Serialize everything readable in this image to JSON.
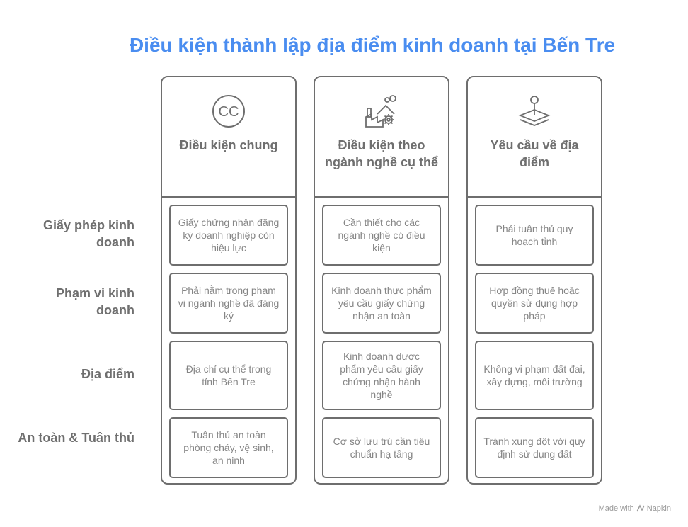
{
  "title": "Điều kiện thành lập địa điểm kinh doanh tại Bến Tre",
  "columns": [
    {
      "icon": "cc-circle-icon",
      "title": "Điều kiện chung",
      "cells": [
        "Giấy chứng nhận đăng ký doanh nghiệp còn hiệu lực",
        "Phải nằm trong phạm vi ngành nghề đã đăng ký",
        "Địa chỉ cụ thể trong tỉnh Bến Tre",
        "Tuân thủ an toàn phòng cháy, vệ sinh, an ninh"
      ]
    },
    {
      "icon": "factory-gear-icon",
      "title": "Điều kiện theo ngành nghề cụ thể",
      "cells": [
        "Cần thiết cho các ngành nghề có điều kiện",
        "Kinh doanh thực phẩm yêu cầu giấy chứng nhận an toàn",
        "Kinh doanh dược phẩm yêu cầu giấy chứng nhận hành nghề",
        "Cơ sở lưu trú cần tiêu chuẩn hạ tầng"
      ]
    },
    {
      "icon": "map-pin-layers-icon",
      "title": "Yêu cầu về địa điểm",
      "cells": [
        "Phải tuân thủ quy hoạch tỉnh",
        "Hợp đồng thuê hoặc quyền sử dụng hợp pháp",
        "Không vi phạm đất đai, xây dựng, môi trường",
        "Tránh xung đột với quy định sử dụng đất"
      ]
    }
  ],
  "rows": [
    "Giấy phép kinh doanh",
    "Phạm vi kinh doanh",
    "Địa điểm",
    "An toàn & Tuân thủ"
  ],
  "footer": {
    "made_with": "Made with",
    "brand": "Napkin"
  },
  "colors": {
    "title": "#4a8df0",
    "border": "#6e6e6e",
    "text": "#858585",
    "heading": "#6f6f6f"
  }
}
